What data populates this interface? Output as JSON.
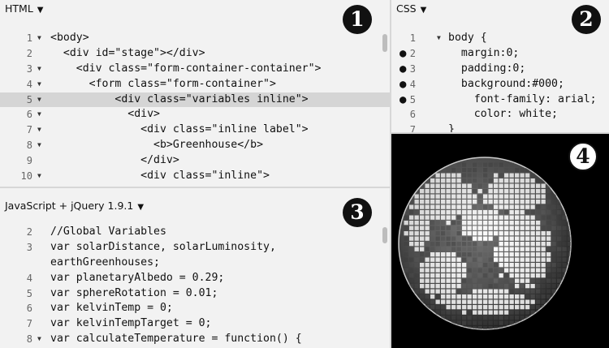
{
  "html_pane": {
    "title": "HTML",
    "lines": [
      {
        "num": "1",
        "fold": true,
        "text": "<body>"
      },
      {
        "num": "2",
        "fold": false,
        "text": "  <div id=\"stage\"></div>"
      },
      {
        "num": "3",
        "fold": true,
        "text": "    <div class=\"form-container-container\">"
      },
      {
        "num": "4",
        "fold": true,
        "text": "      <form class=\"form-container\">"
      },
      {
        "num": "5",
        "fold": true,
        "text": "          <div class=\"variables inline\">",
        "highlight": true
      },
      {
        "num": "6",
        "fold": true,
        "text": "            <div>"
      },
      {
        "num": "7",
        "fold": true,
        "text": "              <div class=\"inline label\">"
      },
      {
        "num": "8",
        "fold": true,
        "text": "                <b>Greenhouse</b>"
      },
      {
        "num": "9",
        "fold": false,
        "text": "              </div>"
      },
      {
        "num": "10",
        "fold": true,
        "text": "              <div class=\"inline\">"
      }
    ]
  },
  "css_pane": {
    "title": "CSS",
    "lines": [
      {
        "num": "1",
        "fold": true,
        "dot": false,
        "text": "body {"
      },
      {
        "num": "2",
        "fold": false,
        "dot": true,
        "text": "  margin:0;"
      },
      {
        "num": "3",
        "fold": false,
        "dot": true,
        "text": "  padding:0;"
      },
      {
        "num": "4",
        "fold": false,
        "dot": true,
        "text": "  background:#000;"
      },
      {
        "num": "5",
        "fold": false,
        "dot": true,
        "text": "    font-family: arial;"
      },
      {
        "num": "6",
        "fold": false,
        "dot": false,
        "text": "    color: white;"
      },
      {
        "num": "7",
        "fold": false,
        "dot": false,
        "text": "}"
      }
    ]
  },
  "js_pane": {
    "title": "JavaScript + jQuery 1.9.1",
    "lines": [
      {
        "num": "2",
        "fold": false,
        "text": "//Global Variables"
      },
      {
        "num": "3",
        "fold": false,
        "text": "var solarDistance, solarLuminosity,"
      },
      {
        "num": "",
        "fold": false,
        "text": "earthGreenhouses;"
      },
      {
        "num": "4",
        "fold": false,
        "text": "var planetaryAlbedo = 0.29;"
      },
      {
        "num": "5",
        "fold": false,
        "text": "var sphereRotation = 0.01;"
      },
      {
        "num": "6",
        "fold": false,
        "text": "var kelvinTemp = 0;"
      },
      {
        "num": "7",
        "fold": false,
        "text": "var kelvinTempTarget = 0;"
      },
      {
        "num": "8",
        "fold": true,
        "text": "var calculateTemperature = function() {"
      }
    ]
  },
  "badges": [
    "1",
    "2",
    "3",
    "4"
  ],
  "colors": {
    "pane_bg": "#f2f2f2",
    "divider": "#d7d7d7",
    "highlight": "#d5d5d5",
    "result_bg": "#000000"
  }
}
